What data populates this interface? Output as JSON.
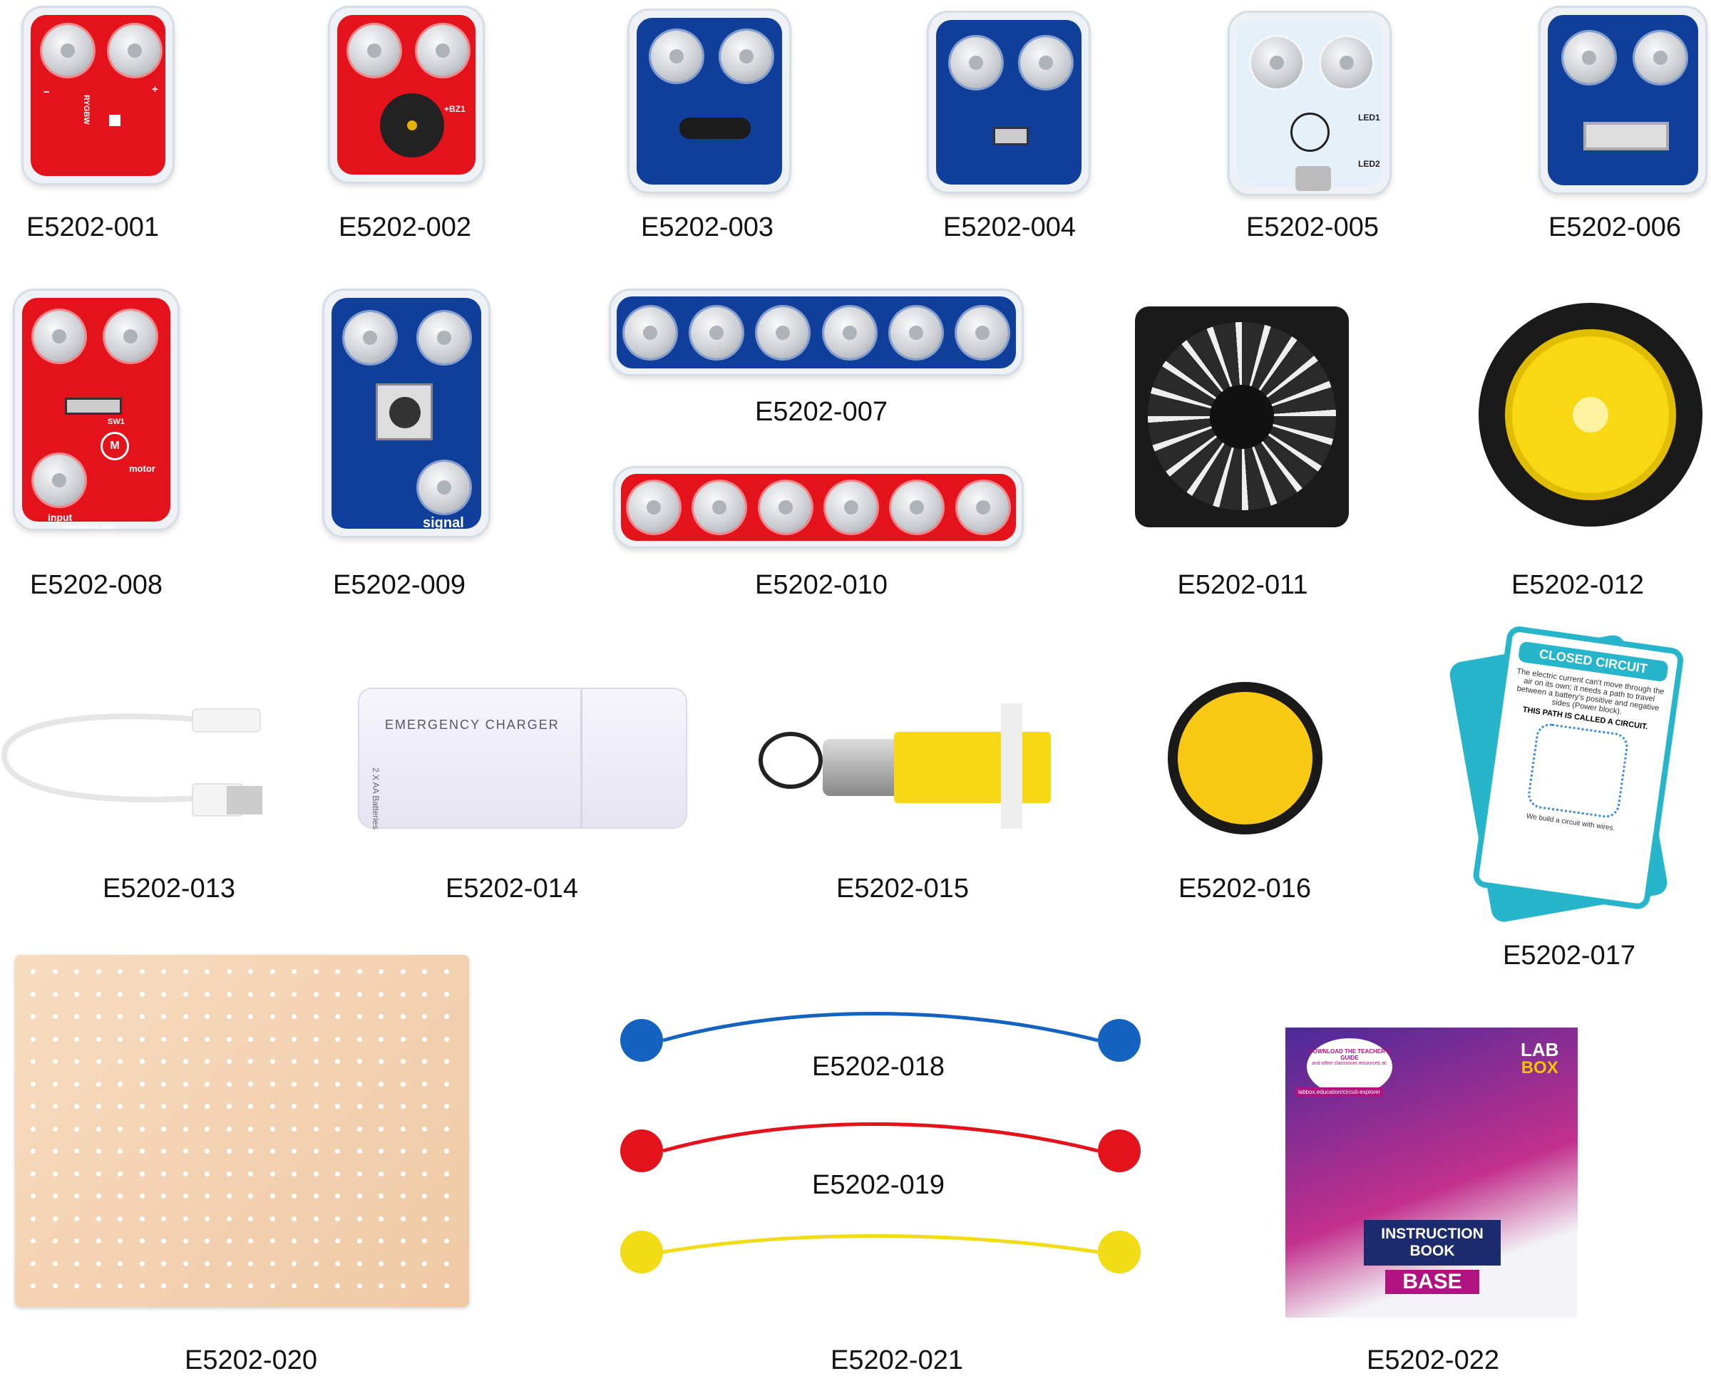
{
  "parts": [
    {
      "code": "E5202-001"
    },
    {
      "code": "E5202-002"
    },
    {
      "code": "E5202-003"
    },
    {
      "code": "E5202-004"
    },
    {
      "code": "E5202-005"
    },
    {
      "code": "E5202-006"
    },
    {
      "code": "E5202-007"
    },
    {
      "code": "E5202-008"
    },
    {
      "code": "E5202-009"
    },
    {
      "code": "E5202-010"
    },
    {
      "code": "E5202-011"
    },
    {
      "code": "E5202-012"
    },
    {
      "code": "E5202-013"
    },
    {
      "code": "E5202-014"
    },
    {
      "code": "E5202-015"
    },
    {
      "code": "E5202-016"
    },
    {
      "code": "E5202-017"
    },
    {
      "code": "E5202-018"
    },
    {
      "code": "E5202-019"
    },
    {
      "code": "E5202-020"
    },
    {
      "code": "E5202-021"
    },
    {
      "code": "E5202-022"
    }
  ],
  "silkscreen": {
    "minus": "−",
    "plus": "+",
    "rgbw": "RYGBW",
    "bz1": "+BZ1",
    "led1": "LED1",
    "led2": "LED2",
    "sw1": "SW1",
    "motor": "motor",
    "input": "input",
    "url": "www.labbox.educ",
    "signal": "signal",
    "m": "M"
  },
  "charger": {
    "title": "EMERGENCY CHARGER",
    "batteries": "2 X AA Batteries"
  },
  "card": {
    "title": "CLOSED CIRCUIT",
    "body": "The electric current can't move through the air on its own; it needs a path to travel between a battery's positive and negative sides (Power block).",
    "emphasis": "THIS PATH IS CALLED A CIRCUIT.",
    "caption": "We build a circuit with wires."
  },
  "book": {
    "download": "DOWNLOAD THE TEACHER'S GUIDE",
    "resources": "and other classroom resources at:",
    "url": "labbox.education/circuit-explorer",
    "logo_top": "LAB",
    "logo_bottom": "BOX",
    "title": "INSTRUCTION BOOK",
    "edition": "BASE"
  },
  "colors": {
    "red": "#e3121b",
    "blue": "#0f3f9a",
    "yellow": "#f7d812",
    "teal": "#27b5cc",
    "book_magenta": "#b0127f",
    "book_navy": "#1c2a6e"
  }
}
